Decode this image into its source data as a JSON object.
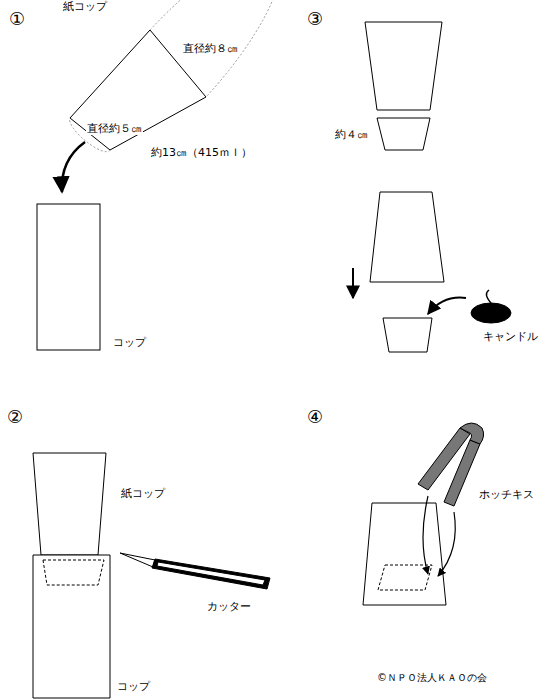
{
  "diagram": {
    "labels": [
      "①",
      "紙コップ",
      "直径約８㎝",
      "直径約５㎝",
      "約13㎝（415ｍｌ）",
      "コップ",
      "③",
      "約４㎝",
      "キャンドル",
      "②",
      "紙コップ",
      "カッター",
      "コップ",
      "④",
      "ホッチキス",
      "©ＮＰＯ法人ＫＡＯの会"
    ]
  }
}
